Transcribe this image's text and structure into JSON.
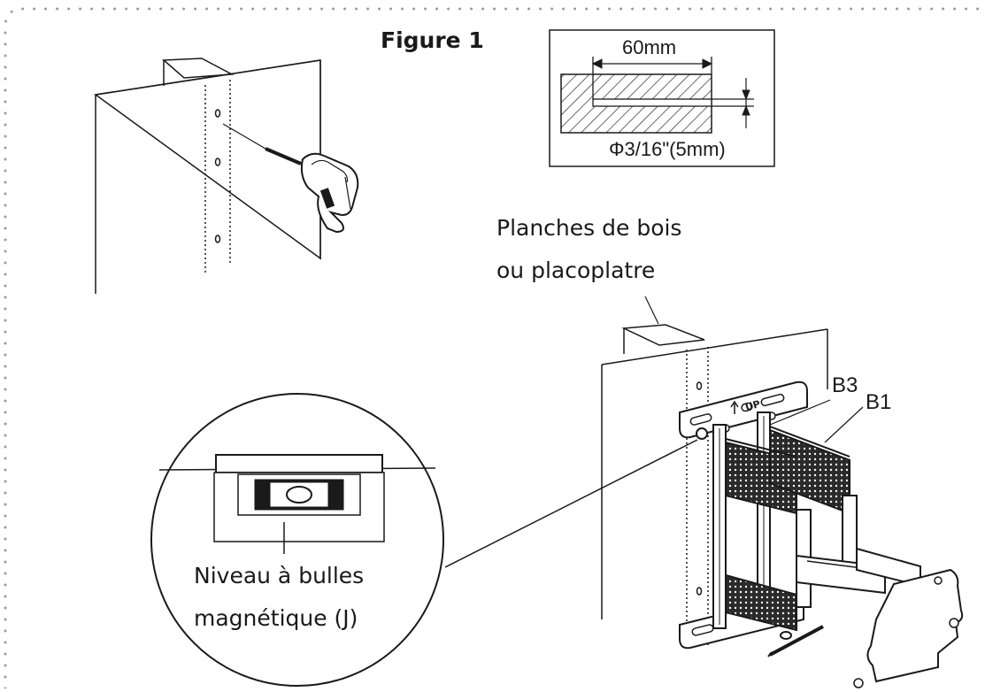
{
  "figure_title": "Figure 1",
  "detail_box": {
    "depth_label": "60mm",
    "diameter_label": "Φ3/16\"(5mm)"
  },
  "labels": {
    "wood_line1": "Planches de bois",
    "wood_line2": "ou placoplatre",
    "level_line1": "Niveau à bulles",
    "level_line2": "magnétique (J)",
    "b3": "B3",
    "b1": "B1",
    "up_mark": "UP"
  },
  "colors": {
    "line": "#1a1a1a",
    "border_dots": "#9a9a9a",
    "background": "#ffffff"
  }
}
